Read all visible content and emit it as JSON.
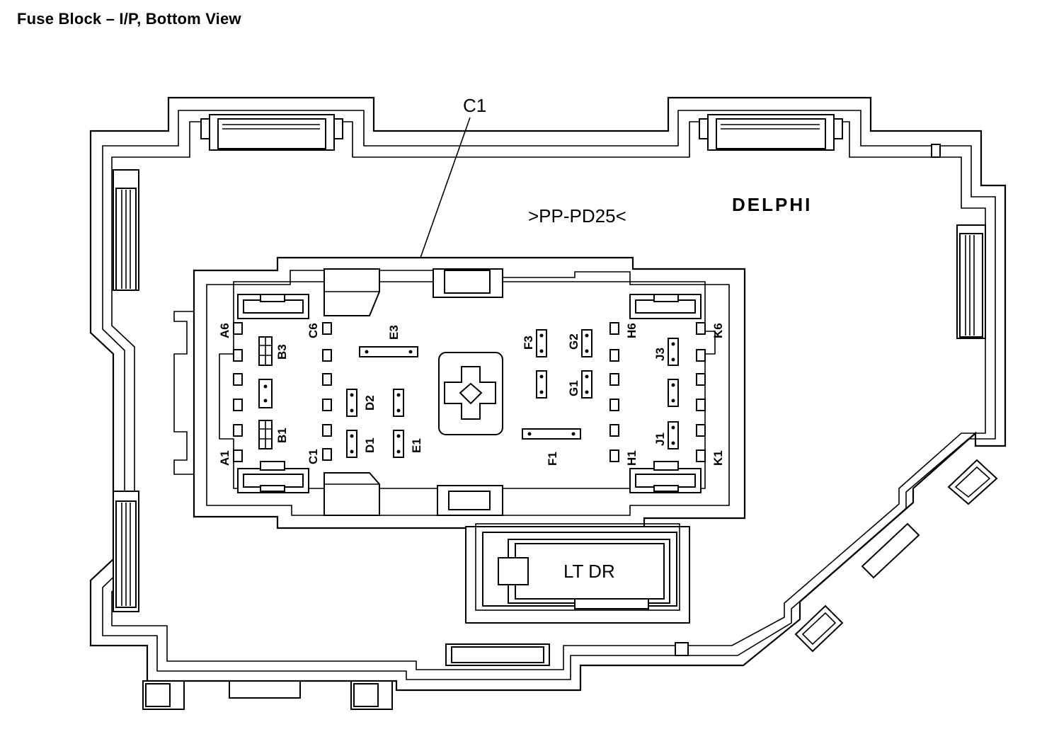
{
  "title": "Fuse Block – I/P, Bottom View",
  "connector_label": "C1",
  "part_marking": ">PP-PD25<",
  "brand": "DELPHI",
  "relay_label": "LT DR",
  "terminal_labels": {
    "A6": "A6",
    "A1": "A1",
    "B3": "B3",
    "B1": "B1",
    "C6": "C6",
    "C1": "C1",
    "D2": "D2",
    "D1": "D1",
    "E3": "E3",
    "E1": "E1",
    "F3": "F3",
    "F1": "F1",
    "G2": "G2",
    "G1": "G1",
    "H6": "H6",
    "H1": "H1",
    "J3": "J3",
    "J1": "J1",
    "K6": "K6",
    "K1": "K1"
  }
}
